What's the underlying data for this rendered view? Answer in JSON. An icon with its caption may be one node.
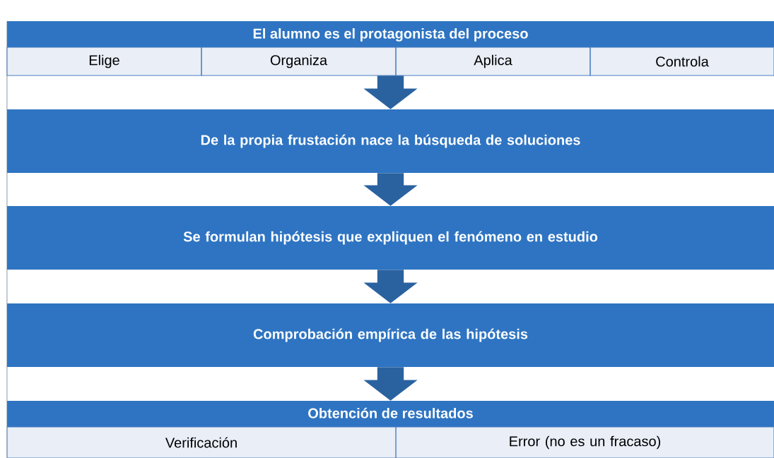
{
  "diagram": {
    "nodes": [
      {
        "text": [
          "El alumno es el protagonista del proceso"
        ]
      },
      {
        "text": [
          "Elige"
        ],
        "in": 0
      },
      {
        "text": [
          "Organiza"
        ],
        "in": 0
      },
      {
        "text": [
          "Aplica"
        ],
        "in": 0
      },
      {
        "text": [
          "Controla"
        ],
        "in": 0
      },
      {
        "text": [
          "De la propia frustación nace la búsqueda de soluciones"
        ]
      },
      {
        "text": [
          "Se formulan hipótesis que expliquen el fenómeno en estudio"
        ]
      },
      {
        "text": [
          "Comprobación empírica de las hipótesis"
        ]
      },
      {
        "text": [
          "Obtención de resultados"
        ]
      },
      {
        "text": [
          "Verificación"
        ],
        "in": 8
      },
      {
        "text": [
          "Error (no es un fracaso)"
        ],
        "in": 8
      }
    ],
    "edges": [
      {
        "from": 0,
        "to": 5,
        "arrow": "to"
      },
      {
        "from": 5,
        "to": 6,
        "arrow": "to"
      },
      {
        "from": 6,
        "to": 7,
        "arrow": "to"
      },
      {
        "from": 7,
        "to": 8,
        "arrow": "to"
      }
    ]
  }
}
